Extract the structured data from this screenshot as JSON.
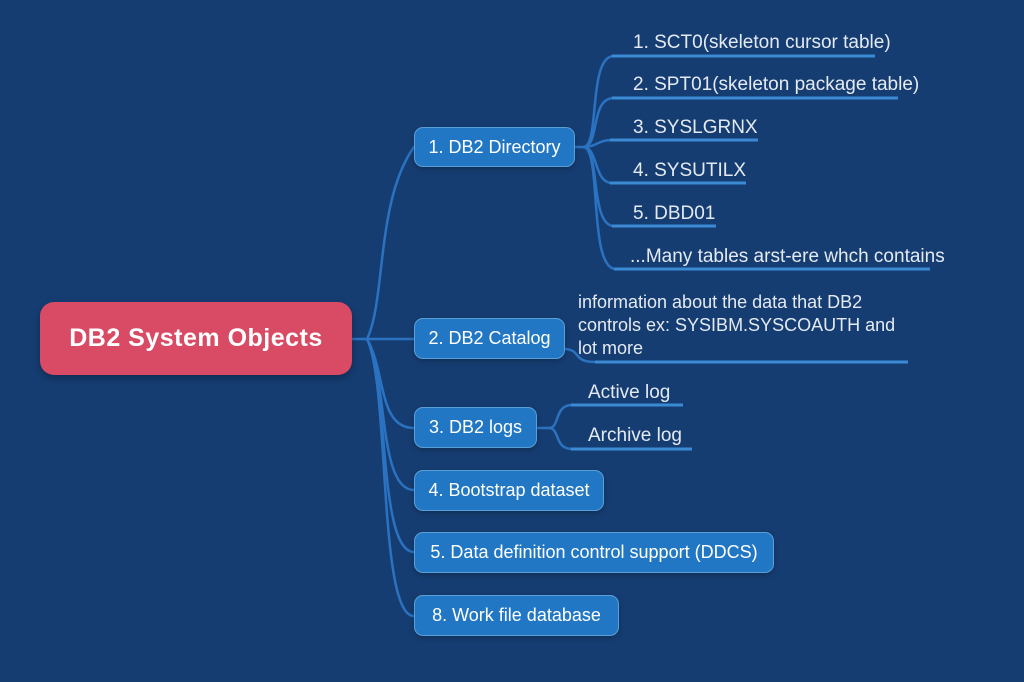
{
  "map": {
    "root": {
      "label": "DB2 System Objects"
    },
    "branches": [
      {
        "label": "1. DB2 Directory",
        "children": [
          {
            "label": "1. SCT0(skeleton cursor table)"
          },
          {
            "label": "2. SPT01(skeleton package table)"
          },
          {
            "label": "3. SYSLGRNX"
          },
          {
            "label": "4. SYSUTILX"
          },
          {
            "label": "5. DBD01"
          },
          {
            "label": "...Many tables arst-ere whch contains"
          }
        ]
      },
      {
        "label": "2. DB2 Catalog",
        "children": [
          {
            "lines": [
              "information about the data that DB2",
              "controls ex: SYSIBM.SYSCOAUTH and",
              "lot more"
            ]
          }
        ]
      },
      {
        "label": "3. DB2 logs",
        "children": [
          {
            "label": "Active log"
          },
          {
            "label": "Archive log"
          }
        ]
      },
      {
        "label": "4. Bootstrap dataset",
        "children": []
      },
      {
        "label": "5. Data definition control support (DDCS)",
        "children": []
      },
      {
        "label": "8. Work file database",
        "children": []
      }
    ],
    "colors": {
      "background": "#163D72",
      "root_fill": "#D94A64",
      "node_fill": "#2277C4",
      "node_border": "#5AA0D8",
      "connector": "#2B72C0",
      "underline": "#3A8AD4",
      "text": "#FFFFFF"
    }
  }
}
